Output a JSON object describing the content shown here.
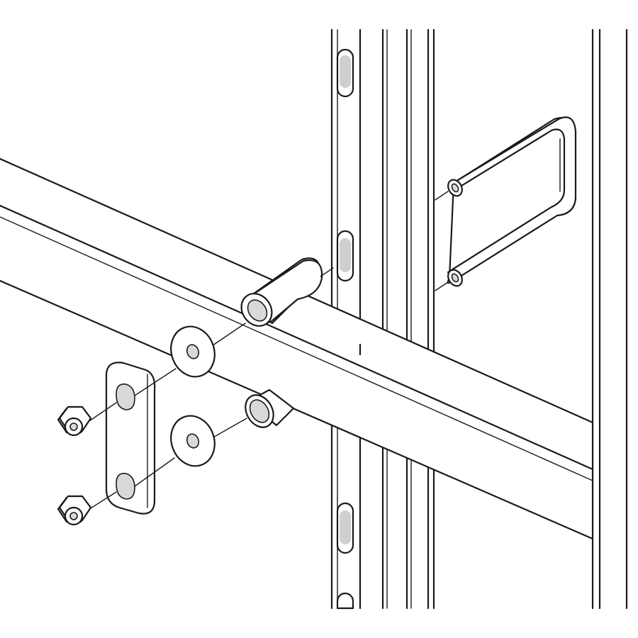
{
  "diagram": {
    "type": "exploded-assembly",
    "background": "#ffffff",
    "line_color": "#1a1a1a",
    "parts": [
      {
        "name": "vertical-rack-rail",
        "count": 2
      },
      {
        "name": "horizontal-crossbar",
        "count": 1
      },
      {
        "name": "cable-management-loop",
        "count": 1
      },
      {
        "name": "spacer-sleeve",
        "count": 2
      },
      {
        "name": "flat-washer",
        "count": 2
      },
      {
        "name": "mounting-plate",
        "count": 1
      },
      {
        "name": "hex-nut",
        "count": 2
      }
    ]
  }
}
